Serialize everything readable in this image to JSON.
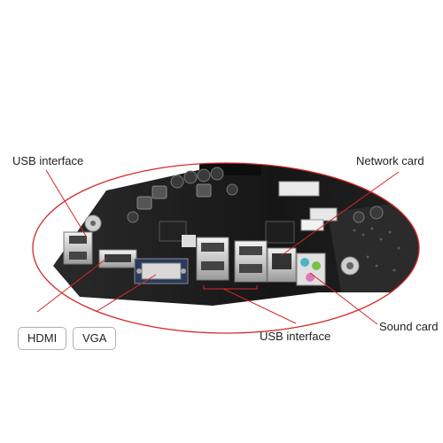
{
  "image": {
    "subject": "motherboard-photo",
    "accent_color": "#d62828",
    "board_color": "#1a1a1a"
  },
  "labels": {
    "usb_interface_left": "USB interface",
    "network_card": "Network card",
    "hdmi": "HDMI",
    "vga": "VGA",
    "sound_card": "Sound card",
    "usb_interface_bottom": "USB interface"
  }
}
